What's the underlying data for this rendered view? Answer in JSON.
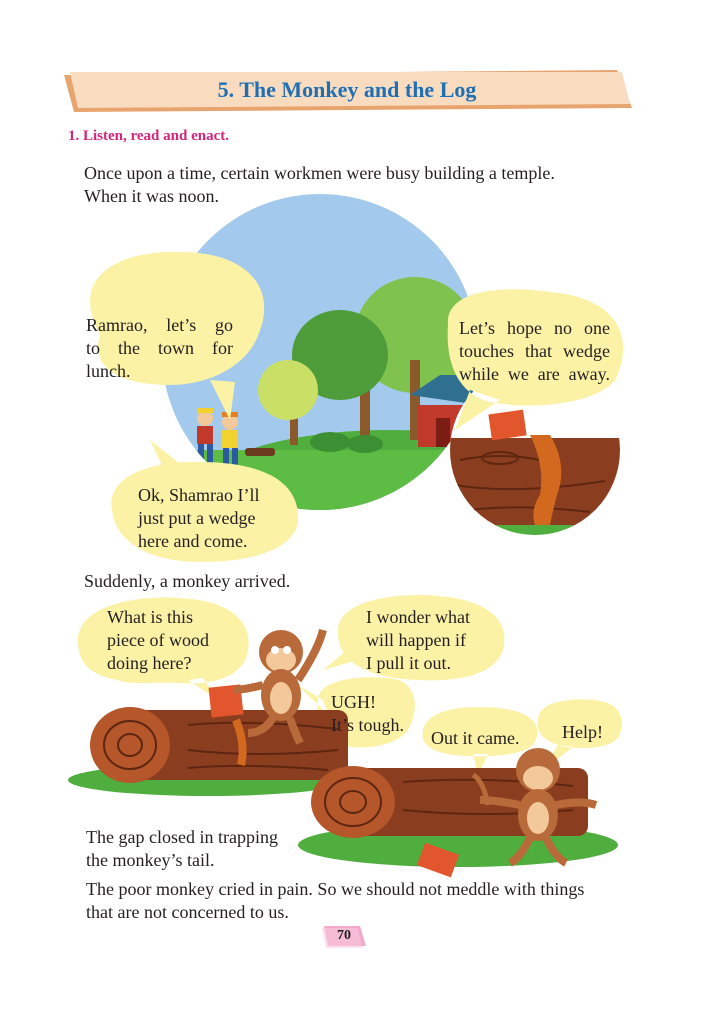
{
  "title": "5. The Monkey and the Log",
  "instruction": "1. Listen, read and enact.",
  "intro": {
    "line1": "Once upon a time, certain workmen were busy building a temple.",
    "line2": "When it was noon."
  },
  "bubbles": {
    "ramrao": [
      "Ramrao, let’s go",
      "to the town for",
      "lunch."
    ],
    "hope": [
      "Let’s hope no one",
      "touches that wedge",
      "while we are away."
    ],
    "shamrao": [
      "Ok, Shamrao I’ll",
      "just put a wedge",
      "here and come."
    ],
    "what_is": [
      "What is this",
      "piece of wood",
      "doing here?"
    ],
    "wonder": [
      "I wonder what",
      "will happen if",
      "I pull it out."
    ],
    "ugh": [
      "UGH!",
      "It’s tough."
    ],
    "out_came": "Out it came.",
    "help": "Help!"
  },
  "monkey_arrived": "Suddenly, a monkey arrived.",
  "gap": {
    "line1": "The gap closed in trapping",
    "line2": "the monkey’s tail."
  },
  "moral": {
    "line1": "The poor monkey cried in pain. So we should not meddle with things",
    "line2": "that are not concerned to us."
  },
  "page_number": "70",
  "colors": {
    "title_text": "#1f6fb5",
    "title_band": "#f9dcc0",
    "instruction": "#d6247a",
    "bubble": "#fbf2a6",
    "sky": "#a3c9ec",
    "grass": "#4fae3d",
    "log": "#8b3e1f",
    "monkey": "#b86a3a",
    "page_tab": "#f3a9c9"
  }
}
